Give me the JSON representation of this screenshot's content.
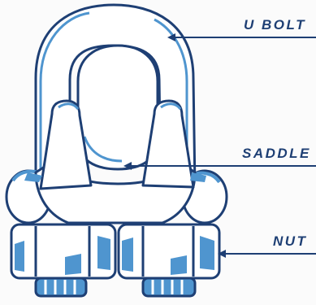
{
  "diagram": {
    "colors": {
      "outline": "#1e3f74",
      "shade": "#4f95cf",
      "fill": "#ffffff",
      "background": "#fbfbfb"
    },
    "labels": {
      "u_bolt": "U BOLT",
      "saddle": "SADDLE",
      "nut": "NUT"
    }
  }
}
